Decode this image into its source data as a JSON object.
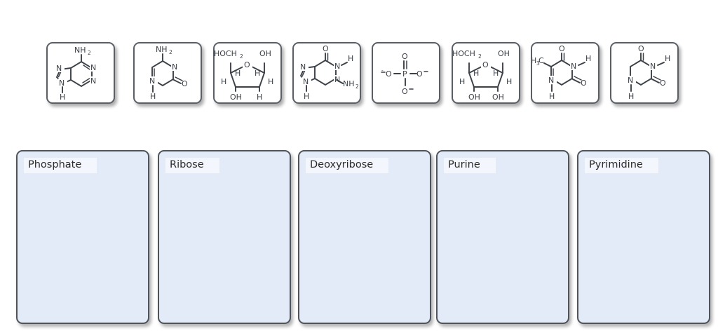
{
  "page": {
    "title": "Nucleotide component classification drag-and-drop",
    "background_color": "#ffffff"
  },
  "colors": {
    "tile_fill": "#ffffff",
    "tile_border": "#5a5f66",
    "dropzone_fill": "#e3eaf8",
    "dropzone_border": "#4f545b",
    "label_chip_fill": "#f3f6fc",
    "label_text": "#2b2b2b",
    "structure_stroke": "#3c4148"
  },
  "tiles": [
    {
      "id": "tile-adenine",
      "name": "adenine",
      "molecule_class": "purine base",
      "labels": [
        "NH2",
        "N",
        "N",
        "N",
        "N",
        "H"
      ]
    },
    {
      "id": "tile-cytosine",
      "name": "cytosine",
      "molecule_class": "pyrimidine base",
      "labels": [
        "NH2",
        "N",
        "N",
        "O",
        "H"
      ]
    },
    {
      "id": "tile-deoxyribose",
      "name": "deoxyribose",
      "molecule_class": "sugar",
      "labels": [
        "HOCH2",
        "OH",
        "O",
        "H",
        "H",
        "H",
        "H",
        "OH",
        "H"
      ]
    },
    {
      "id": "tile-guanine",
      "name": "guanine",
      "molecule_class": "purine base",
      "labels": [
        "O",
        "N",
        "H",
        "N",
        "N",
        "N",
        "NH2",
        "H"
      ]
    },
    {
      "id": "tile-phosphate",
      "name": "phosphate",
      "molecule_class": "phosphate group",
      "labels": [
        "O",
        "-O",
        "P",
        "O-",
        "O-"
      ]
    },
    {
      "id": "tile-ribose",
      "name": "ribose",
      "molecule_class": "sugar",
      "labels": [
        "HOCH2",
        "OH",
        "O",
        "H",
        "H",
        "H",
        "H",
        "OH",
        "OH"
      ]
    },
    {
      "id": "tile-thymine",
      "name": "thymine",
      "molecule_class": "pyrimidine base",
      "labels": [
        "H3C",
        "O",
        "N",
        "H",
        "N",
        "O",
        "H"
      ]
    },
    {
      "id": "tile-uracil",
      "name": "uracil",
      "molecule_class": "pyrimidine base",
      "labels": [
        "O",
        "N",
        "H",
        "N",
        "O",
        "H"
      ]
    }
  ],
  "dropzones": [
    {
      "id": "dropzone-phosphate",
      "label": "Phosphate",
      "contents": []
    },
    {
      "id": "dropzone-ribose",
      "label": "Ribose",
      "contents": []
    },
    {
      "id": "dropzone-deoxyribose",
      "label": "Deoxyribose",
      "contents": []
    },
    {
      "id": "dropzone-purine",
      "label": "Purine",
      "contents": []
    },
    {
      "id": "dropzone-pyrimidine",
      "label": "Pyrimidine",
      "contents": []
    }
  ]
}
